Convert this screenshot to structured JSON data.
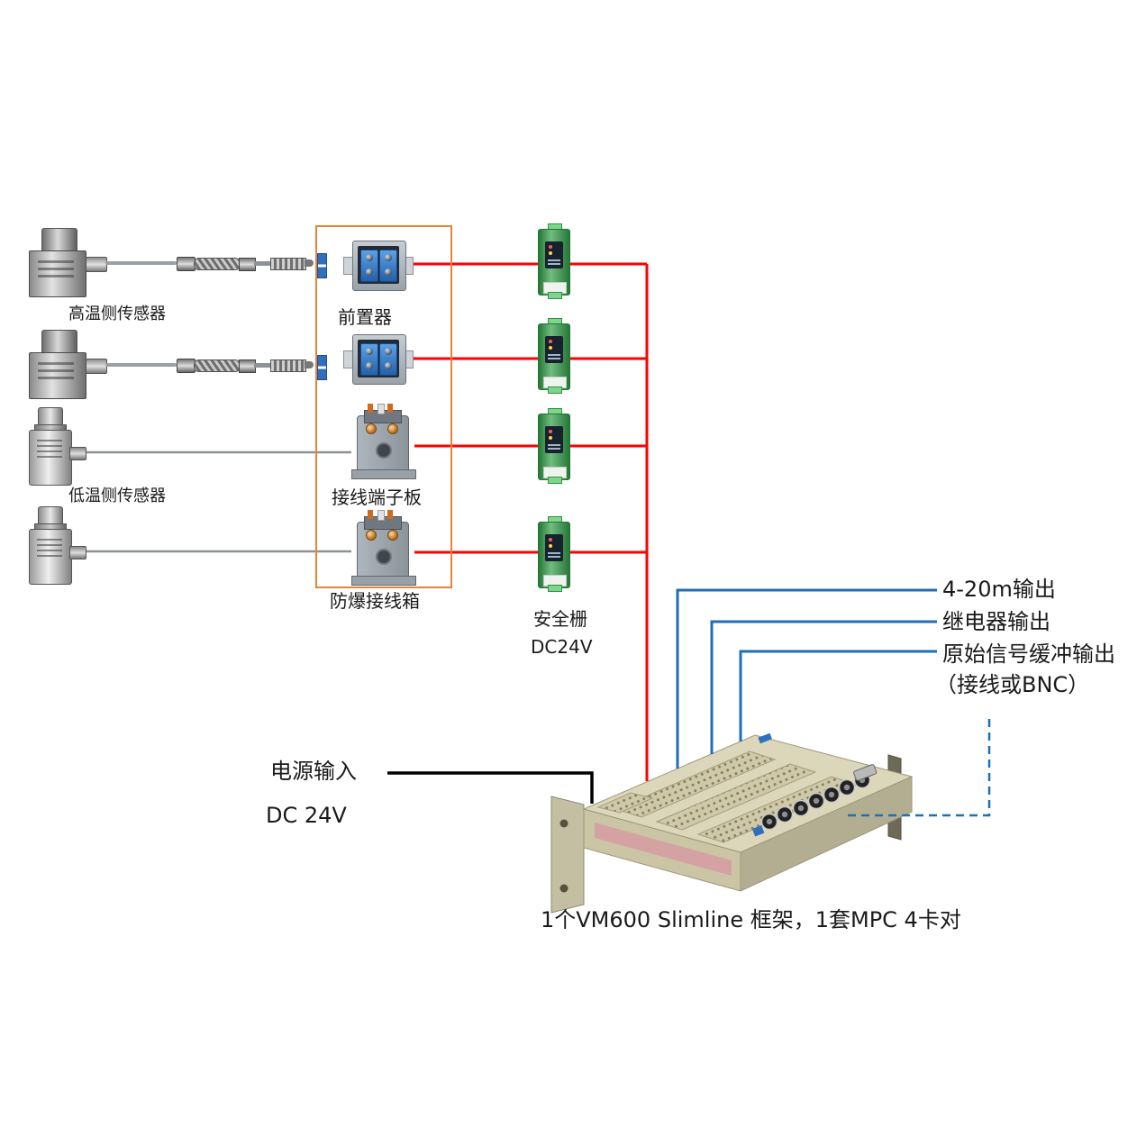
{
  "diagram": {
    "sensors": {
      "high_label": "高温侧传感器",
      "low_label": "低温侧传感器"
    },
    "junction_box": {
      "preamp_label": "前置器",
      "terminal_label": "接线端子板",
      "box_label": "防爆接线箱"
    },
    "barrier": {
      "label": "安全栅",
      "voltage": "DC24V"
    },
    "power": {
      "label": "电源输入",
      "voltage": "DC 24V"
    },
    "outputs": {
      "out_420": "4-20m输出",
      "out_relay": "继电器输出",
      "out_raw": "原始信号缓冲输出",
      "out_raw_note": "（接线或BNC）"
    },
    "rack": {
      "caption": "1个VM600 Slimline 框架，1套MPC 4卡对"
    },
    "colors": {
      "signal_wire": "#ff0000",
      "output_wire": "#1f6fb5",
      "power_wire": "#000000",
      "junction_border": "#e8833a",
      "barrier_body": "#33a04a",
      "rack_top": "#dcd7ba"
    }
  }
}
